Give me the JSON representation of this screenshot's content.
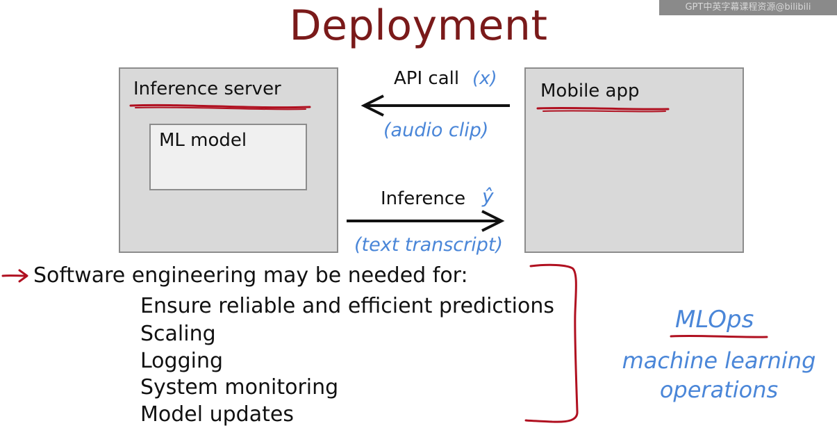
{
  "slide": {
    "title": "Deployment",
    "watermark": "GPT中英字幕课程资源@bilibili"
  },
  "diagram": {
    "server_label": "Inference server",
    "model_label": "ML model",
    "mobile_label": "Mobile app",
    "api_call_label": "API call",
    "api_call_var": "(x)",
    "api_call_note": "(audio clip)",
    "inference_label": "Inference",
    "inference_var": "ŷ",
    "inference_note": "(text transcript)"
  },
  "notes": {
    "heading": "Software engineering may be needed for:",
    "items": [
      "Ensure reliable and efficient predictions",
      "Scaling",
      "Logging",
      "System monitoring",
      "Model updates"
    ],
    "mlops": "MLOps",
    "mlops_line1": "machine learning",
    "mlops_line2": "operations"
  },
  "colors": {
    "title": "#7a1a1a",
    "annotation_red": "#b01020",
    "annotation_blue": "#4a86d8",
    "box_fill": "#d9d9d9"
  }
}
